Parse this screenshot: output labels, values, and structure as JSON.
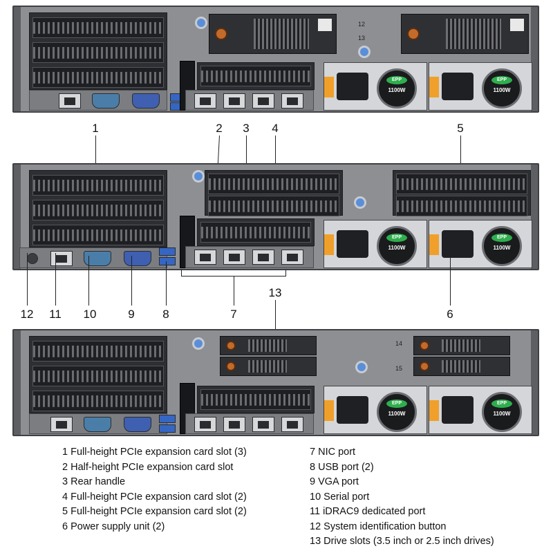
{
  "callouts": [
    "1",
    "2",
    "3",
    "4",
    "5",
    "6",
    "7",
    "8",
    "9",
    "10",
    "11",
    "12",
    "13"
  ],
  "legend": {
    "left": [
      "1 Full-height PCIe expansion card slot (3)",
      "2 Half-height PCIe expansion card slot",
      "3 Rear handle",
      "4 Full-height PCIe expansion card slot (2)",
      "5 Full-height PCIe expansion card slot (2)",
      "6 Power supply unit (2)"
    ],
    "right": [
      "7 NIC port",
      "8 USB port (2)",
      "9 VGA port",
      "10 Serial port",
      "11 iDRAC9 dedicated port",
      "12 System identification button",
      "13 Drive slots (3.5 inch or 2.5 inch drives)"
    ]
  },
  "psu": {
    "badge": "EPP",
    "wattage": "1100W"
  },
  "drive_bay_labels": {
    "top": [
      "12",
      "13"
    ],
    "bottom": [
      "14",
      "15"
    ]
  },
  "colors": {
    "chassis": "#8d8f93",
    "psu_latch": "#f0a02a",
    "epp_badge": "#2fae4e",
    "vga": "#3f5fb0",
    "serial": "#4a7ea8",
    "drive_button": "#c26b2b"
  }
}
